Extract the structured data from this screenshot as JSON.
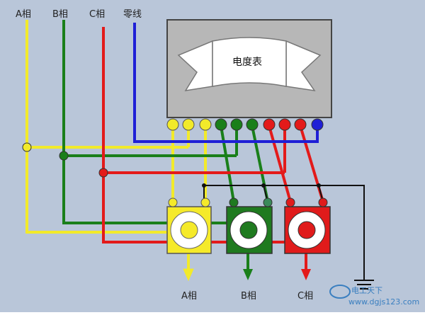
{
  "labels": {
    "phase_a": "A相",
    "phase_b": "B相",
    "phase_c": "C相",
    "neutral": "零线",
    "meter": "电度表",
    "out_a": "A相",
    "out_b": "B相",
    "out_c": "C相"
  },
  "watermark": {
    "title": "电工天下",
    "url": "www.dgjs123.com"
  },
  "colors": {
    "background": "#b9c6d9",
    "phase_a": "#f2ea2a",
    "phase_b": "#1a7f1a",
    "phase_c": "#e31a1a",
    "neutral": "#1f1fd6",
    "ground": "#111111",
    "meter_box": "#b7b7b7",
    "ct_yellow": "#f5ea2a",
    "ct_green": "#1f7a1f",
    "ct_red": "#e01b1b"
  }
}
